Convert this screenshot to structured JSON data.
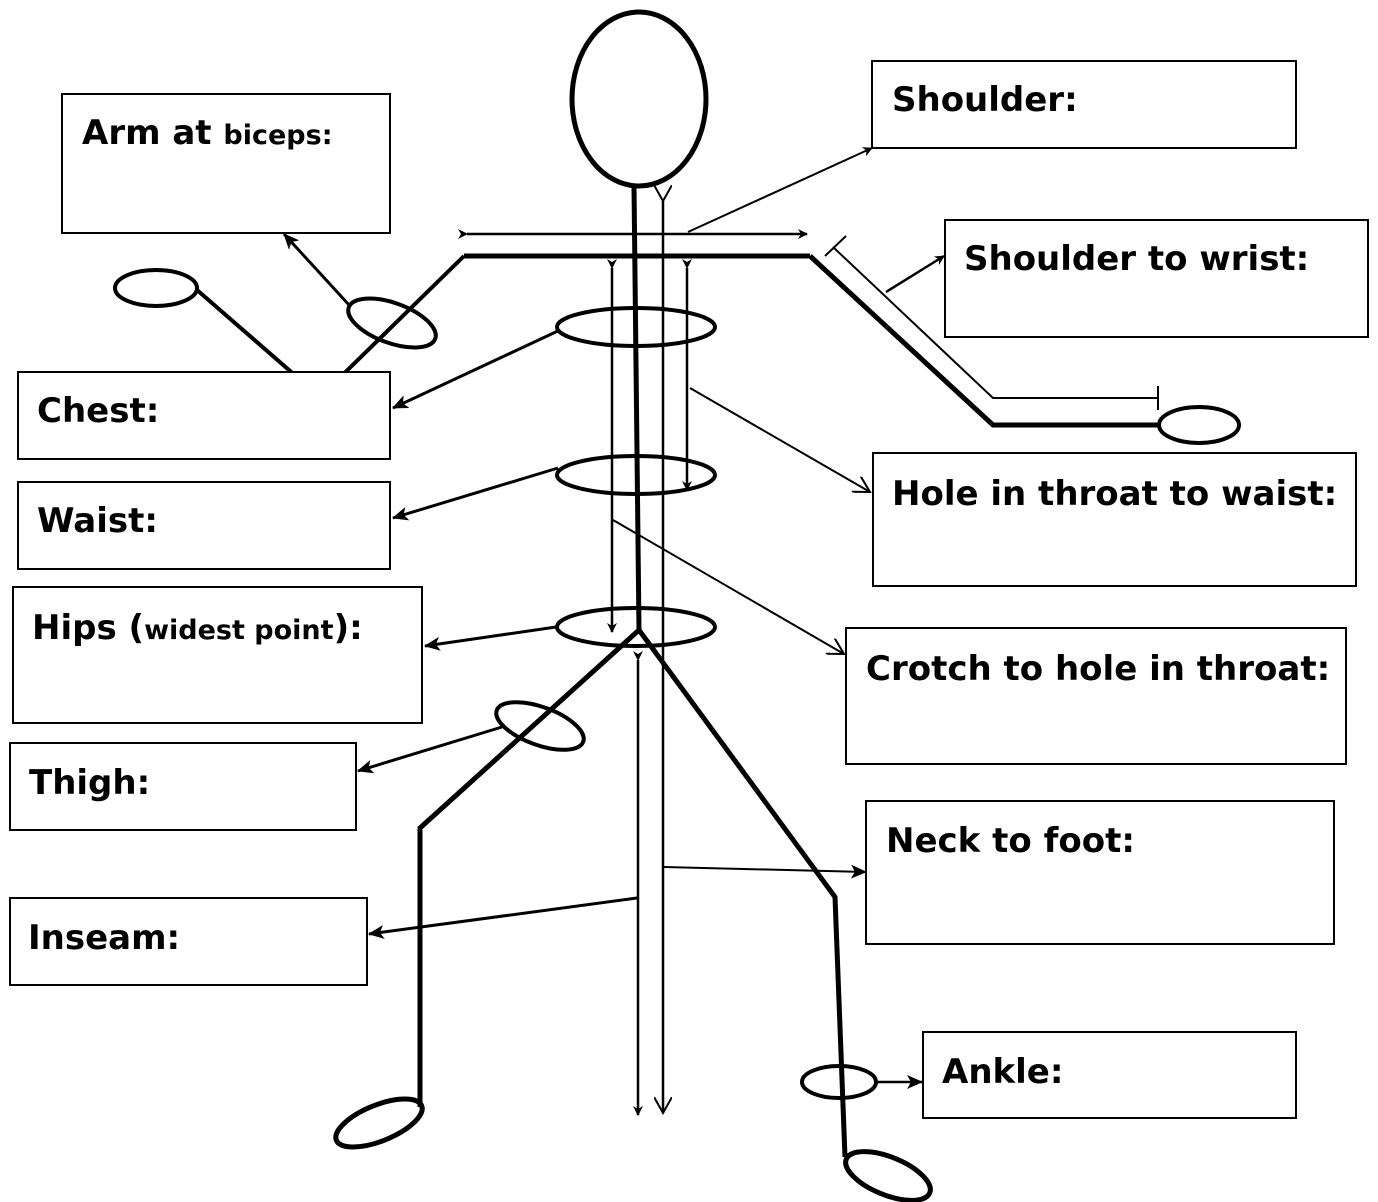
{
  "labels": {
    "arm_at": "Arm at ",
    "biceps": "biceps:",
    "shoulder": "Shoulder:",
    "shoulder_to_wrist": "Shoulder to wrist:",
    "chest": "Chest:",
    "waist": "Waist:",
    "hips": "Hips ",
    "hips_paren_open": "(",
    "hips_detail": "widest point",
    "hips_paren_close": "):",
    "hole_in_throat_to_waist": "Hole in throat to waist:",
    "crotch_to_hole_in_throat": "Crotch to hole in throat:",
    "thigh": "Thigh:",
    "neck_to_foot": "Neck to foot:",
    "inseam": "Inseam:",
    "ankle": "Ankle:"
  },
  "colors": {
    "ink": "#000000",
    "paper": "#ffffff"
  }
}
